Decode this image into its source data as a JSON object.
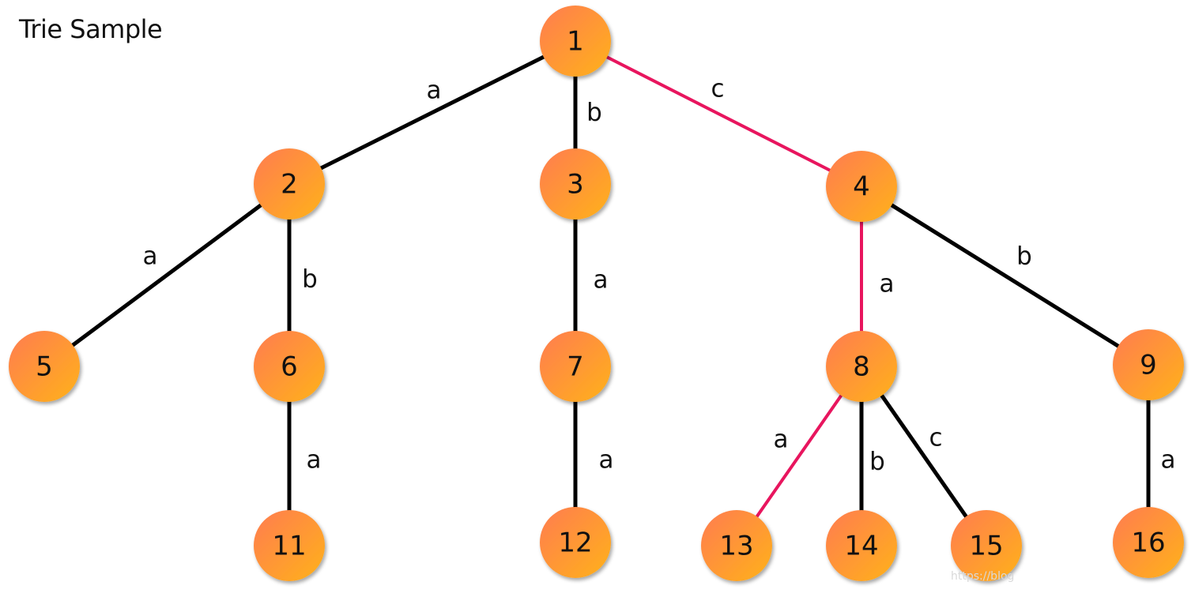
{
  "title": "Trie Sample",
  "watermark": "https://blog",
  "colors": {
    "edge_default": "#000000",
    "edge_highlight": "#e8155e",
    "node_fill_start": "#ff7c50",
    "node_fill_end": "#ffb21a",
    "text": "#111111"
  },
  "nodes": [
    {
      "id": "1",
      "label": "1"
    },
    {
      "id": "2",
      "label": "2"
    },
    {
      "id": "3",
      "label": "3"
    },
    {
      "id": "4",
      "label": "4"
    },
    {
      "id": "5",
      "label": "5"
    },
    {
      "id": "6",
      "label": "6"
    },
    {
      "id": "7",
      "label": "7"
    },
    {
      "id": "8",
      "label": "8"
    },
    {
      "id": "9",
      "label": "9"
    },
    {
      "id": "11",
      "label": "11"
    },
    {
      "id": "12",
      "label": "12"
    },
    {
      "id": "13",
      "label": "13"
    },
    {
      "id": "14",
      "label": "14"
    },
    {
      "id": "15",
      "label": "15"
    },
    {
      "id": "16",
      "label": "16"
    }
  ],
  "edges": [
    {
      "from": "1",
      "to": "2",
      "label": "a",
      "highlight": false
    },
    {
      "from": "1",
      "to": "3",
      "label": "b",
      "highlight": false
    },
    {
      "from": "1",
      "to": "4",
      "label": "c",
      "highlight": true
    },
    {
      "from": "2",
      "to": "5",
      "label": "a",
      "highlight": false
    },
    {
      "from": "2",
      "to": "6",
      "label": "b",
      "highlight": false
    },
    {
      "from": "3",
      "to": "7",
      "label": "a",
      "highlight": false
    },
    {
      "from": "4",
      "to": "8",
      "label": "a",
      "highlight": true
    },
    {
      "from": "4",
      "to": "9",
      "label": "b",
      "highlight": false
    },
    {
      "from": "6",
      "to": "11",
      "label": "a",
      "highlight": false
    },
    {
      "from": "7",
      "to": "12",
      "label": "a",
      "highlight": false
    },
    {
      "from": "8",
      "to": "13",
      "label": "a",
      "highlight": true
    },
    {
      "from": "8",
      "to": "14",
      "label": "b",
      "highlight": false
    },
    {
      "from": "8",
      "to": "15",
      "label": "c",
      "highlight": false
    },
    {
      "from": "9",
      "to": "16",
      "label": "a",
      "highlight": false
    }
  ]
}
